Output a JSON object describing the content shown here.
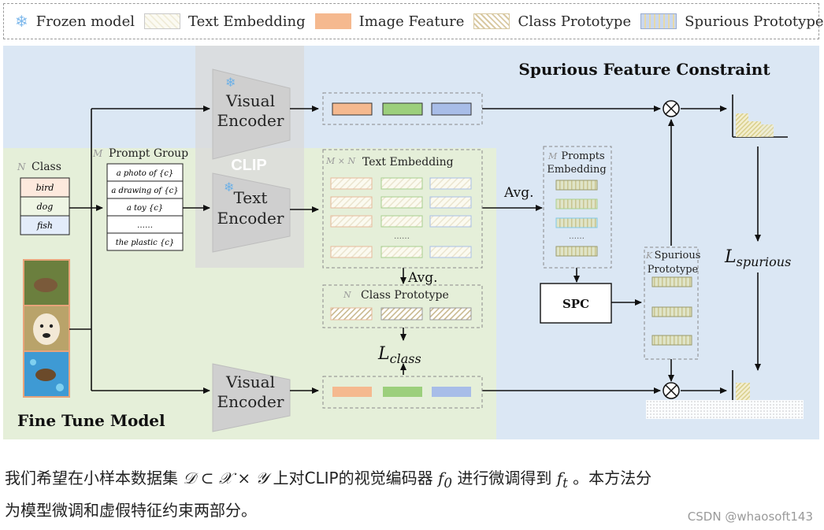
{
  "legend": {
    "frozen": "Frozen model",
    "text_embedding": "Text Embedding",
    "image_feature": "Image Feature",
    "class_prototype": "Class Prototype",
    "spurious_prototype": "Spurious Prototype"
  },
  "diagram": {
    "spc_title": "Spurious Feature Constraint",
    "ft_title": "Fine Tune Model",
    "clip_label": "CLIP",
    "visual_encoder_1": "Visual",
    "visual_encoder_2": "Encoder",
    "text_encoder_1": "Text",
    "text_encoder_2": "Encoder",
    "class_title": "Class",
    "class_n": "N",
    "classes": [
      "bird",
      "dog",
      "fish"
    ],
    "prompt_group_title": "Prompt Group",
    "prompt_group_m": "M",
    "prompts": [
      "a photo of {c}",
      "a drawing of {c}",
      "a toy {c}",
      "……",
      "the plastic {c}"
    ],
    "text_embedding_prefix": "M × N",
    "text_embedding_title": "Text Embedding",
    "text_embedding_ellipsis": "……",
    "avg_1": "Avg.",
    "avg_2": "Avg.",
    "class_prototype_n": "N",
    "class_prototype_title": "Class Prototype",
    "l_class": "L",
    "l_class_sub": "class",
    "prompts_embedding_m": "M",
    "prompts_embedding_title_1": "Prompts",
    "prompts_embedding_title_2": "Embedding",
    "prompts_embedding_ellipsis": "……",
    "spc_box": "SPC",
    "spurious_prototype_k": "K",
    "spurious_prototype_title_1": "Spurious",
    "spurious_prototype_title_2": "Prototype",
    "l_spurious": "L",
    "l_spurious_sub": "spurious"
  },
  "caption": {
    "line1_a": "我们希望在小样本数据集",
    "math_D": "𝒟 ⊂ 𝒳 × 𝒴",
    "line1_b": "上对CLIP的视觉编码器",
    "math_f0": "f",
    "math_f0_sub": "0",
    "line1_c": "进行微调得到",
    "math_ft": "f",
    "math_ft_sub": "t",
    "line1_d": "。本方法分",
    "line2": "为模型微调和虚假特征约束两部分。"
  },
  "watermark": "CSDN @whaosoft143",
  "colors": {
    "blue_bg": "#dbe7f4",
    "green_bg": "#e5efd9",
    "image_feature_orange": "#f5b98f",
    "image_feature_green": "#9ccf7c",
    "image_feature_blue": "#a8bde8"
  }
}
